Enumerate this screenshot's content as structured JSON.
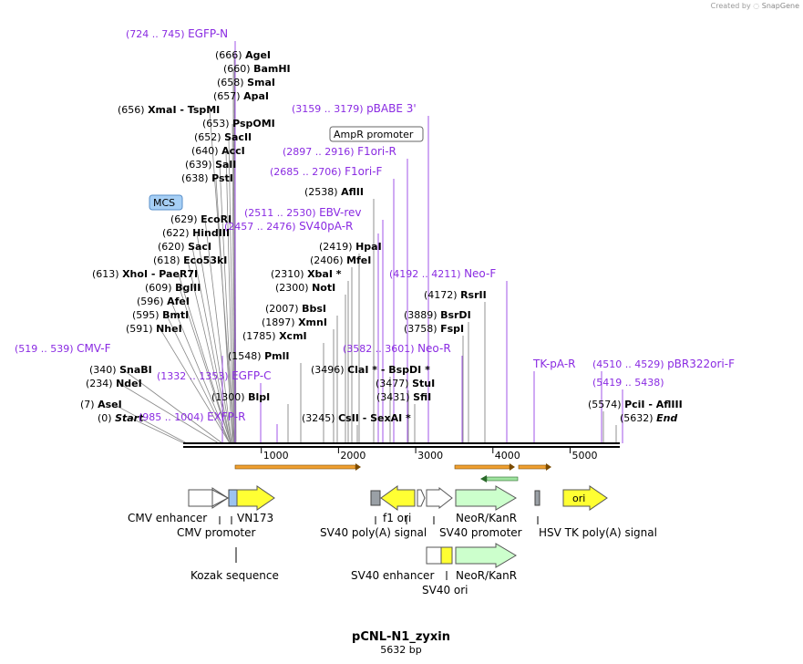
{
  "credit": {
    "prefix": "Created by",
    "brand": "SnapGene"
  },
  "plasmid": {
    "name": "pCNL-N1_zyxin",
    "length_label": "5632 bp",
    "length_bp": 5632
  },
  "colors": {
    "primer": "#8a2be2",
    "enzyme": "#000000",
    "backbone": "#000000",
    "orf_yellow": "#ffff33",
    "orf_green": "#ccffcc",
    "feature_grey": "#9aa0a6",
    "mcs_blue": "#a6cff5",
    "orange_arrow": "#f0a030",
    "green_arrow": "#3c9a3c"
  },
  "ruler": [
    {
      "bp": 1000,
      "label": "1000"
    },
    {
      "bp": 2000,
      "label": "2000"
    },
    {
      "bp": 3000,
      "label": "3000"
    },
    {
      "bp": 4000,
      "label": "4000"
    },
    {
      "bp": 5000,
      "label": "5000"
    }
  ],
  "left_enzymes": [
    {
      "pos": "(666)",
      "name": "AgeI"
    },
    {
      "pos": "(660)",
      "name": "BamHI"
    },
    {
      "pos": "(658)",
      "name": "SmaI"
    },
    {
      "pos": "(657)",
      "name": "ApaI"
    },
    {
      "pos": "(656)",
      "name": "XmaI",
      "extra": " - TspMI"
    },
    {
      "pos": "(653)",
      "name": "PspOMI"
    },
    {
      "pos": "(652)",
      "name": "SacII"
    },
    {
      "pos": "(640)",
      "name": "AccI"
    },
    {
      "pos": "(639)",
      "name": "SalI"
    },
    {
      "pos": "(638)",
      "name": "PstI"
    },
    {
      "pos": "(629)",
      "name": "EcoRI"
    },
    {
      "pos": "(622)",
      "name": "HindIII"
    },
    {
      "pos": "(620)",
      "name": "SacI"
    },
    {
      "pos": "(618)",
      "name": "Eco53kI"
    },
    {
      "pos": "(613)",
      "name": "XhoI",
      "extra": " - PaeR7I"
    },
    {
      "pos": "(609)",
      "name": "BglII"
    },
    {
      "pos": "(596)",
      "name": "AfeI"
    },
    {
      "pos": "(595)",
      "name": "BmtI"
    },
    {
      "pos": "(591)",
      "name": "NheI"
    },
    {
      "pos": "(340)",
      "name": "SnaBI"
    },
    {
      "pos": "(234)",
      "name": "NdeI"
    },
    {
      "pos": "(7)",
      "name": "AseI"
    },
    {
      "pos": "(0)",
      "name": "Start",
      "italic": true
    }
  ],
  "mid_enzymes": [
    {
      "pos": "(2538)",
      "name": "AflII"
    },
    {
      "pos": "(2419)",
      "name": "HpaI"
    },
    {
      "pos": "(2406)",
      "name": "MfeI"
    },
    {
      "pos": "(2310)",
      "name": "XbaI",
      "star": true
    },
    {
      "pos": "(2300)",
      "name": "NotI"
    },
    {
      "pos": "(2007)",
      "name": "BbsI"
    },
    {
      "pos": "(1897)",
      "name": "XmnI"
    },
    {
      "pos": "(1785)",
      "name": "XcmI"
    },
    {
      "pos": "(1548)",
      "name": "PmlI"
    },
    {
      "pos": "(1300)",
      "name": "BlpI"
    },
    {
      "pos": "(3496)",
      "name": "ClaI",
      "extra": " * - BspDI *"
    },
    {
      "pos": "(3477)",
      "name": "StuI"
    },
    {
      "pos": "(3431)",
      "name": "SfiI"
    },
    {
      "pos": "(3245)",
      "name": "CsII",
      "extra": " - SexAI *"
    },
    {
      "pos": "(4172)",
      "name": "RsrII"
    },
    {
      "pos": "(3889)",
      "name": "BsrDI"
    },
    {
      "pos": "(3758)",
      "name": "FspI"
    },
    {
      "pos": "(5574)",
      "name": "PciI",
      "extra": " - AflIII"
    },
    {
      "pos": "(5632)",
      "name": "End",
      "italic": true
    }
  ],
  "primers": [
    {
      "range": "(724 .. 745)",
      "name": "EGFP-N"
    },
    {
      "range": "(3159 .. 3179)",
      "name": "pBABE 3'"
    },
    {
      "range": "(2897 .. 2916)",
      "name": "F1ori-R"
    },
    {
      "range": "(2685 .. 2706)",
      "name": "F1ori-F"
    },
    {
      "range": "(2511 .. 2530)",
      "name": "EBV-rev"
    },
    {
      "range": "(2457 .. 2476)",
      "name": "SV40pA-R"
    },
    {
      "range": "(4192 .. 4211)",
      "name": "Neo-F"
    },
    {
      "range": "(3582 .. 3601)",
      "name": "Neo-R"
    },
    {
      "range": "(519 .. 539)",
      "name": "CMV-F"
    },
    {
      "range": "(1332 .. 1353)",
      "name": "EGFP-C"
    },
    {
      "range": "(985 .. 1004)",
      "name": "EXFP-R"
    },
    {
      "range": "(4510 .. 4529)",
      "name": "pBR322ori-F"
    },
    {
      "range": "(5419 .. 5438)",
      "name": ""
    },
    {
      "range": "",
      "name": "TK-pA-R"
    }
  ],
  "boxed_labels": {
    "mcs": "MCS",
    "ampr_promoter": "AmpR promoter"
  },
  "features": {
    "cmv_enhancer": "CMV enhancer",
    "cmv_promoter": "CMV promoter",
    "vn173": "VN173",
    "kozak": "Kozak sequence",
    "f1_ori": "f1 ori",
    "sv40_polya": "SV40 poly(A) signal",
    "sv40_promoter": "SV40 promoter",
    "neor_kanr": "NeoR/KanR",
    "hsv_tk_polya": "HSV TK poly(A) signal",
    "ori": "ori",
    "sv40_enhancer": "SV40 enhancer",
    "neor_kanr_2": "NeoR/KanR",
    "sv40_ori": "SV40 ori"
  }
}
